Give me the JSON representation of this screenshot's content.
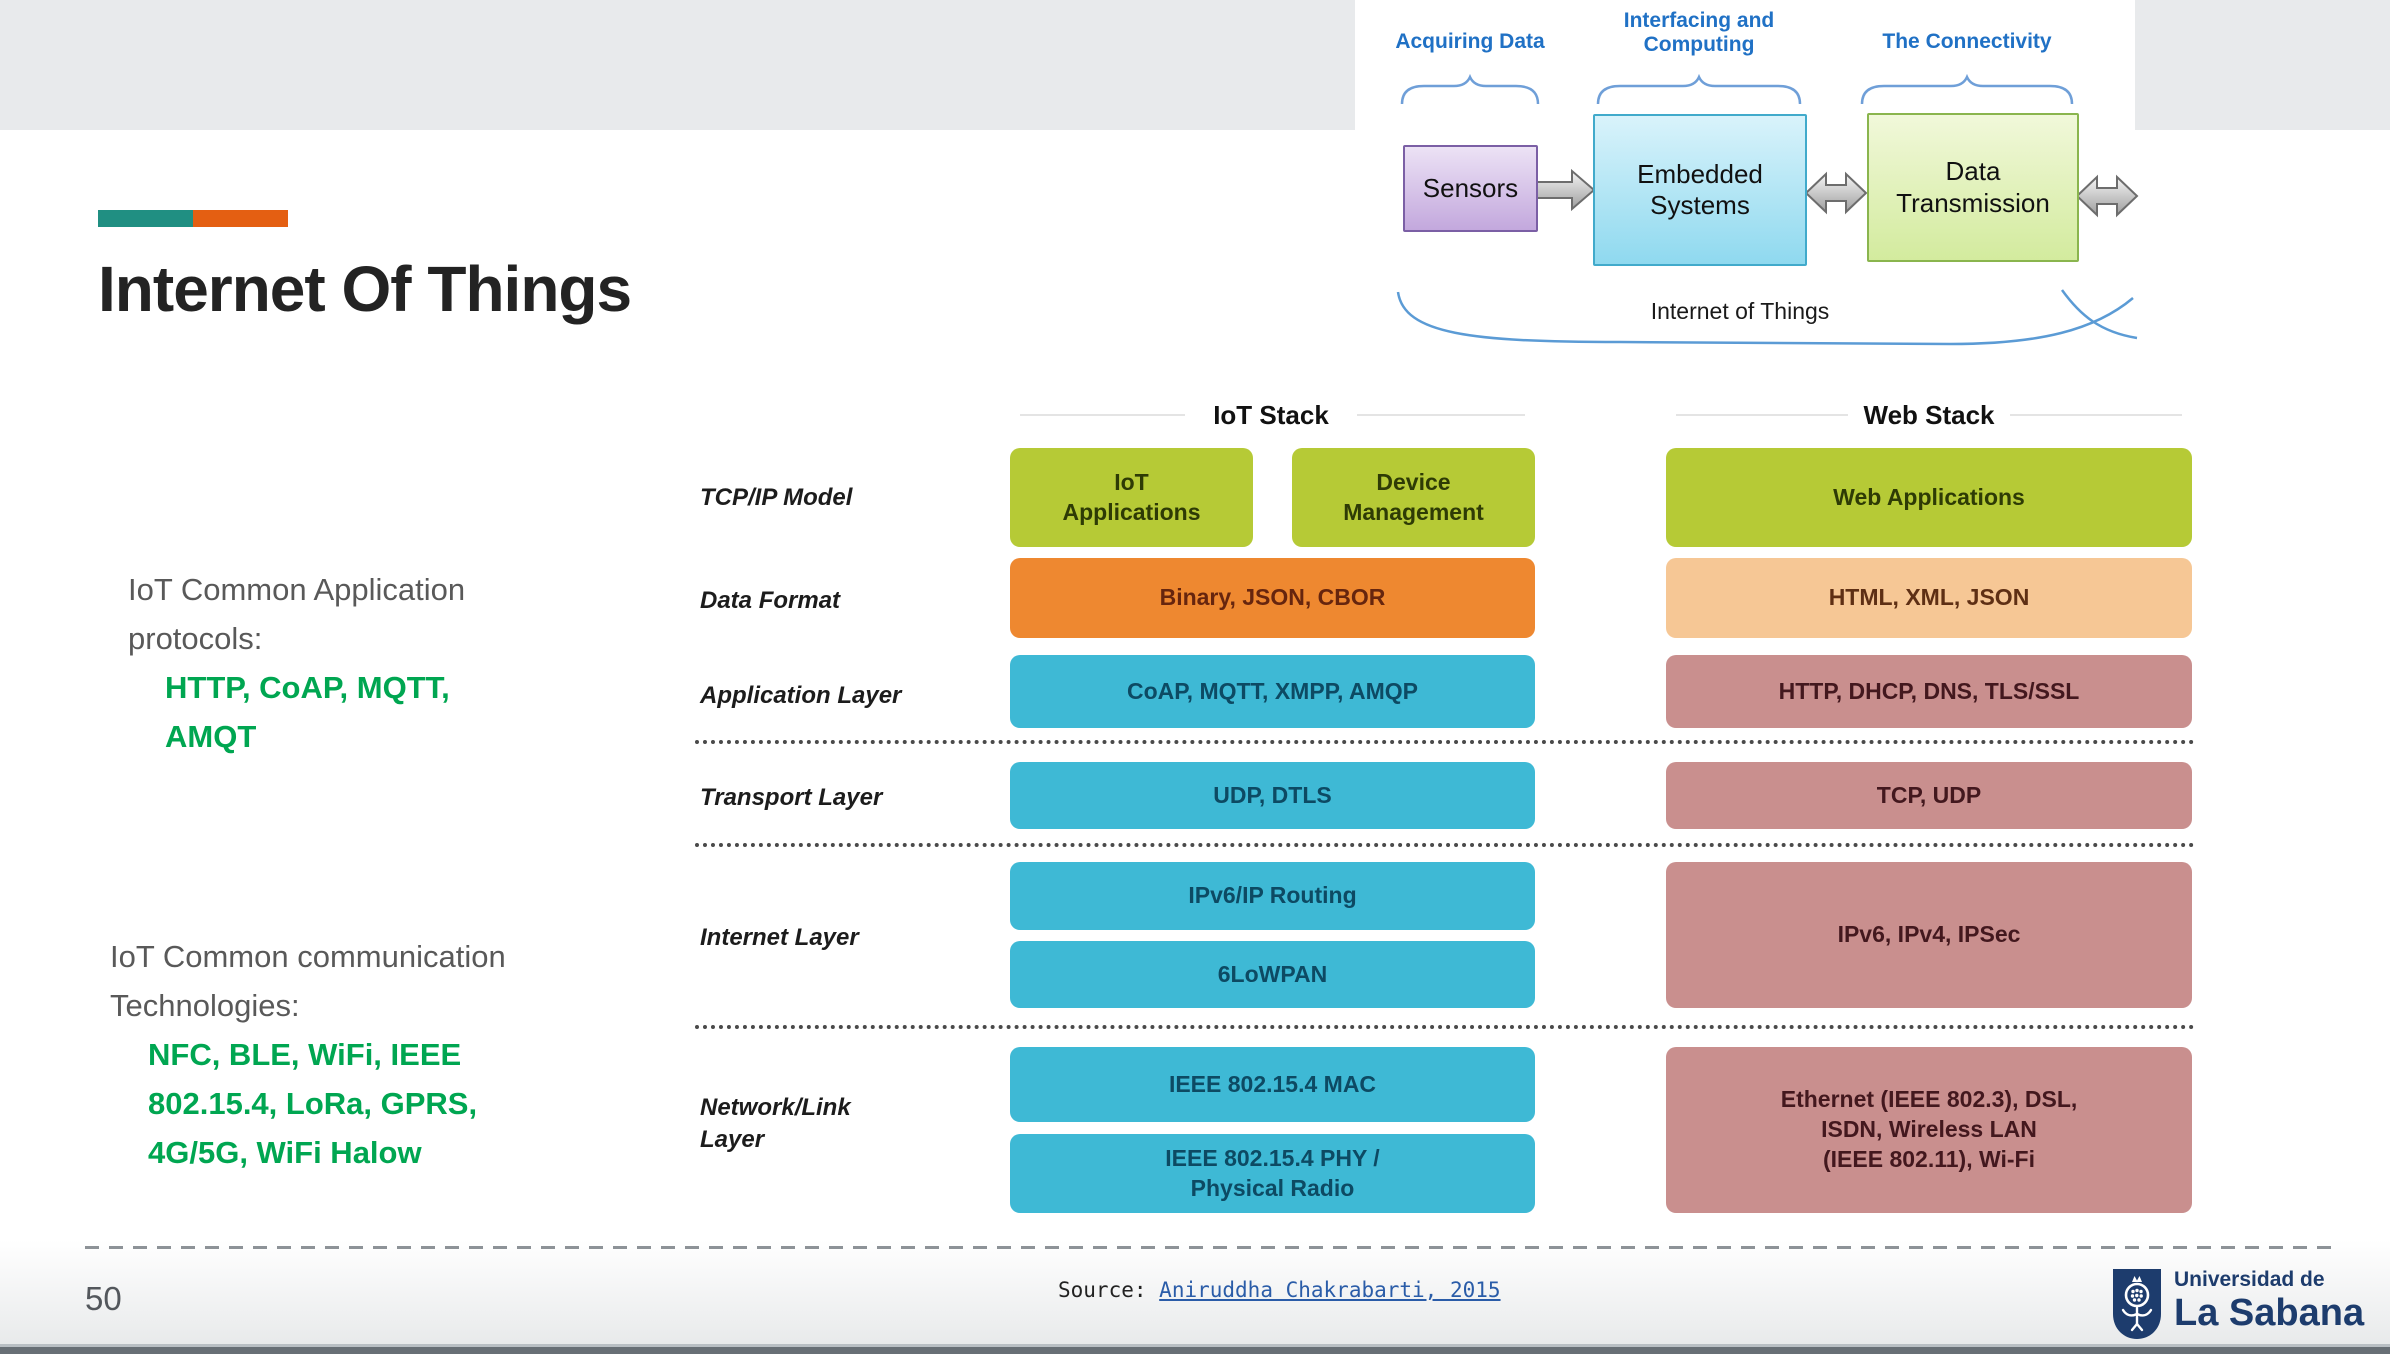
{
  "page": {
    "number": "50",
    "title": "Internet Of Things",
    "source_label": "Source:",
    "source_link": "Aniruddha Chakrabarti, 2015"
  },
  "colors": {
    "accent_teal": "#208F82",
    "accent_orange": "#E45F12",
    "note_gray": "#595959",
    "note_green": "#00A651",
    "diagram_label_blue": "#2071C5",
    "stack_green": "#B6CA36",
    "stack_orange": "#EE8830",
    "stack_cyan": "#3EB9D5",
    "stack_peach": "#F6C795",
    "stack_rose": "#C98F8E",
    "logo_navy": "#1D3C6D"
  },
  "overview": {
    "groups": [
      {
        "label": "Acquiring Data"
      },
      {
        "label": "Interfacing and\nComputing"
      },
      {
        "label": "The Connectivity"
      }
    ],
    "nodes": [
      {
        "label": "Sensors"
      },
      {
        "label": "Embedded\nSystems"
      },
      {
        "label": "Data\nTransmission"
      }
    ],
    "caption": "Internet of Things"
  },
  "stack": {
    "iot_header": "IoT Stack",
    "web_header": "Web Stack",
    "row_labels": [
      "TCP/IP Model",
      "Data Format",
      "Application Layer",
      "Transport Layer",
      "Internet Layer",
      "Network/Link\nLayer"
    ],
    "iot": {
      "apps1": "IoT\nApplications",
      "apps2": "Device\nManagement",
      "data_format": "Binary, JSON, CBOR",
      "application": "CoAP, MQTT, XMPP, AMQP",
      "transport": "UDP, DTLS",
      "internet1": "IPv6/IP Routing",
      "internet2": "6LoWPAN",
      "link1": "IEEE 802.15.4 MAC",
      "link2": "IEEE 802.15.4 PHY /\nPhysical Radio"
    },
    "web": {
      "apps": "Web Applications",
      "data_format": "HTML, XML, JSON",
      "application": "HTTP, DHCP, DNS, TLS/SSL",
      "transport": "TCP, UDP",
      "internet": "IPv6, IPv4, IPSec",
      "link": "Ethernet (IEEE 802.3), DSL,\nISDN, Wireless LAN\n(IEEE 802.11), Wi-Fi"
    }
  },
  "notes": {
    "block1_intro": "IoT Common Application\nprotocols:",
    "block1_highlight": "HTTP, CoAP, MQTT,\nAMQT",
    "block2_intro": "IoT Common communication\nTechnologies:",
    "block2_highlight": "NFC, BLE, WiFi, IEEE\n802.15.4, LoRa, GPRS,\n4G/5G, WiFi Halow"
  },
  "logo": {
    "line1": "Universidad de",
    "line2": "La Sabana"
  }
}
